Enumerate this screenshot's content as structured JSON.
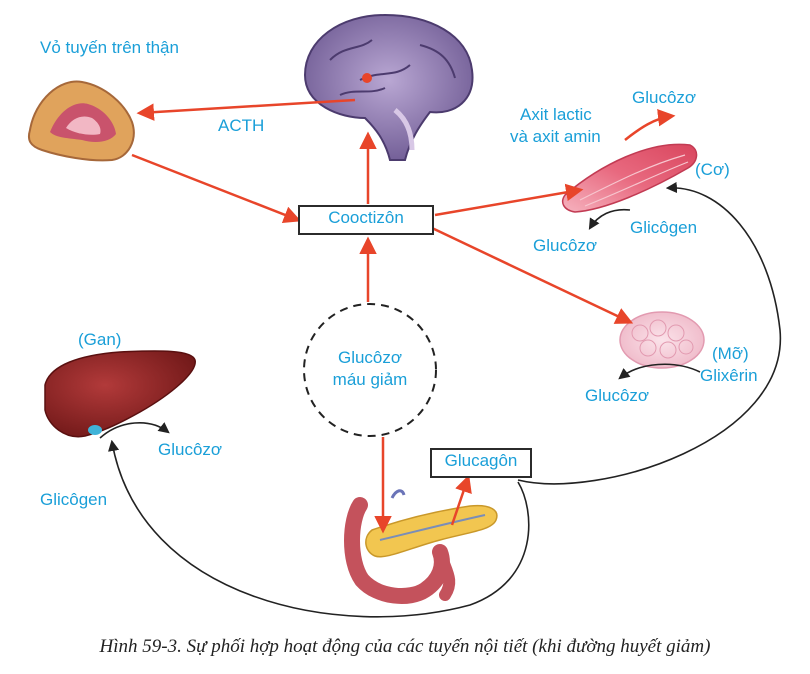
{
  "labels": {
    "adrenal_cortex": "Vỏ tuyến trên thận",
    "acth": "ACTH",
    "cortisol": "Cooctizôn",
    "lactic_amino_1": "Axit lactic",
    "lactic_amino_2": "và axit amin",
    "muscle_glucose_out": "Glucôzơ",
    "muscle": "(Cơ)",
    "muscle_glucose": "Glucôzơ",
    "muscle_glycogen": "Glicôgen",
    "liver": "(Gan)",
    "liver_glucose": "Glucôzơ",
    "liver_glycogen": "Glicôgen",
    "blood_glucose_1": "Glucôzơ",
    "blood_glucose_2": "máu giảm",
    "fat": "(Mỡ)",
    "glycerin": "Glixêrin",
    "fat_glucose": "Glucôzơ",
    "glucagon": "Glucagôn"
  },
  "caption": "Hình 59-3. Sự phối hợp hoạt động của các tuyến nội tiết (khi đường huyết giảm)",
  "colors": {
    "label_text": "#1a9fd8",
    "arrow_red": "#e8452a",
    "arrow_black": "#222222"
  }
}
